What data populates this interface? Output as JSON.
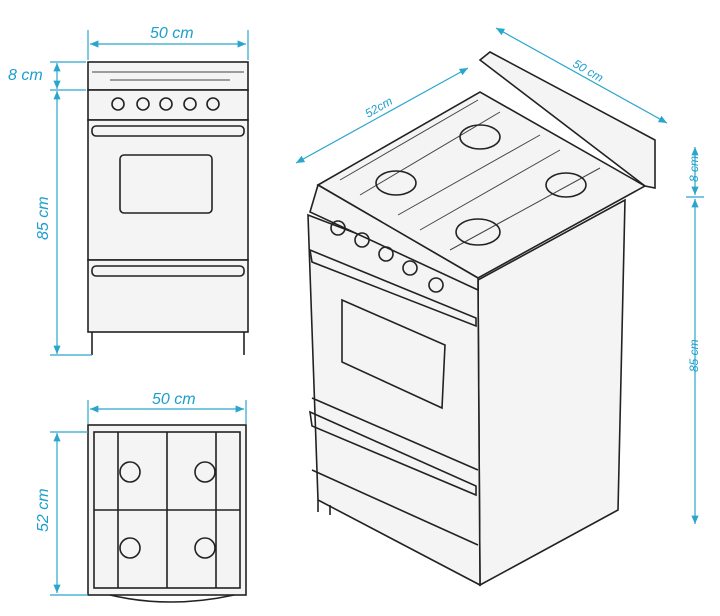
{
  "title": "Stove dimension diagram",
  "colors": {
    "dimension": "#2aa6cc",
    "outline": "#222222"
  },
  "front_view": {
    "width_label": "50 cm",
    "backsplash_label": "8 cm",
    "height_label": "85 cm"
  },
  "top_view": {
    "width_label": "50 cm",
    "depth_label": "52 cm"
  },
  "perspective_view": {
    "depth_label": "52cm",
    "width_label": "50 cm",
    "backsplash_label": "8 cm",
    "height_label": "85 cm"
  }
}
